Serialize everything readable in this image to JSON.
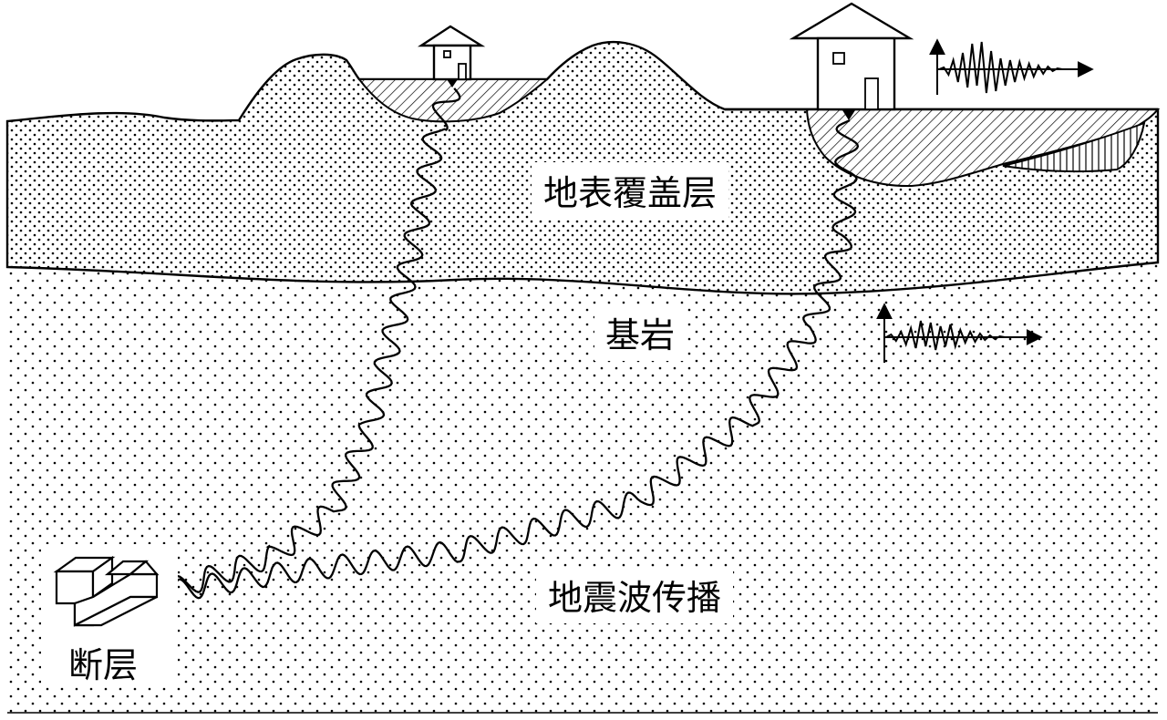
{
  "diagram": {
    "labels": {
      "surface_layer": "地表覆盖层",
      "bedrock": "基岩",
      "wave_propagation": "地震波传播",
      "fault": "断层"
    },
    "colors": {
      "ink": "#000000",
      "paper": "#ffffff"
    },
    "icons": [
      "house-icon",
      "seismogram-icon",
      "fault-block-icon"
    ]
  }
}
